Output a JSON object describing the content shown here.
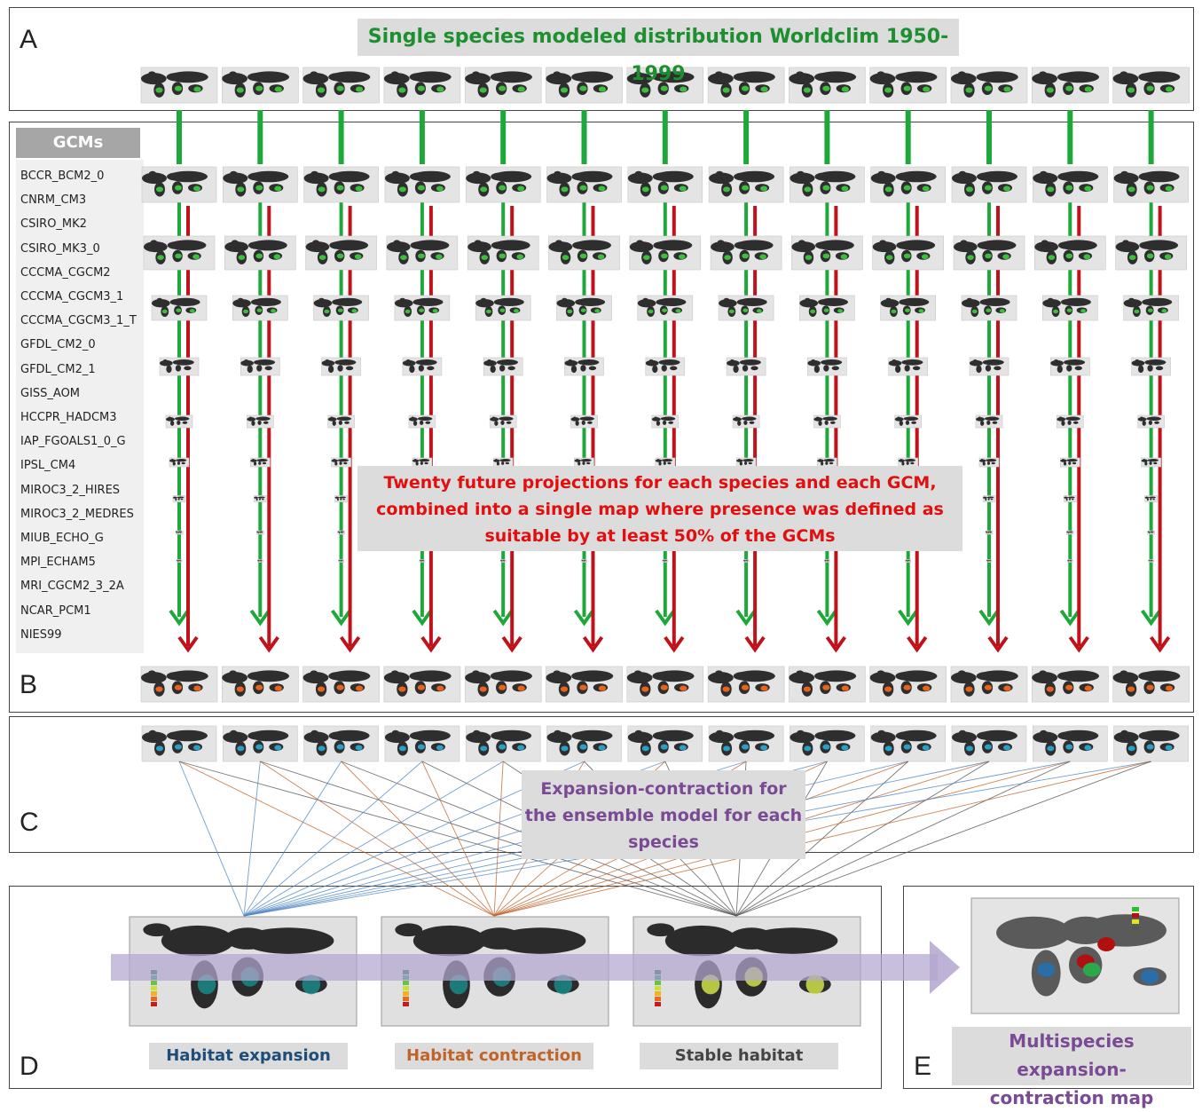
{
  "panels": {
    "a": "A",
    "b": "B",
    "c": "C",
    "d": "D",
    "e": "E"
  },
  "title_a": "Single species modeled distribution Worldclim 1950-1999",
  "gcm_header": "GCMs",
  "gcms": [
    "BCCR_BCM2_0",
    "CNRM_CM3",
    "CSIRO_MK2",
    "CSIRO_MK3_0",
    "CCCMA_CGCM2",
    "CCCMA_CGCM3_1",
    "CCCMA_CGCM3_1_T",
    "GFDL_CM2_0",
    "GFDL_CM2_1",
    "GISS_AOM",
    "HCCPR_HADCM3",
    "IAP_FGOALS1_0_G",
    "IPSL_CM4",
    "MIROC3_2_HIRES",
    "MIROC3_2_MEDRES",
    "MIUB_ECHO_G",
    "MPI_ECHAM5",
    "MRI_CGCM2_3_2A",
    "NCAR_PCM1",
    "NIES99"
  ],
  "future_text": [
    "Twenty future projections for each species and each GCM,",
    "combined into a single map where presence was defined as",
    "suitable by at least 50% of the GCMs"
  ],
  "expansion_text": [
    "Expansion-contraction for",
    "the ensemble model for each",
    "species"
  ],
  "habitats": {
    "expansion": "Habitat expansion",
    "contraction": "Habitat contraction",
    "stable": "Stable habitat"
  },
  "multi_text": [
    "Multispecies expansion-",
    "contraction map"
  ],
  "colors": {
    "green": "#1fa83a",
    "red": "#c0121a",
    "blue": "#4f86c6",
    "orange": "#c0652a",
    "gray": "#555555",
    "purple": "#7a4b94",
    "arrow": "#b3a6cf"
  }
}
